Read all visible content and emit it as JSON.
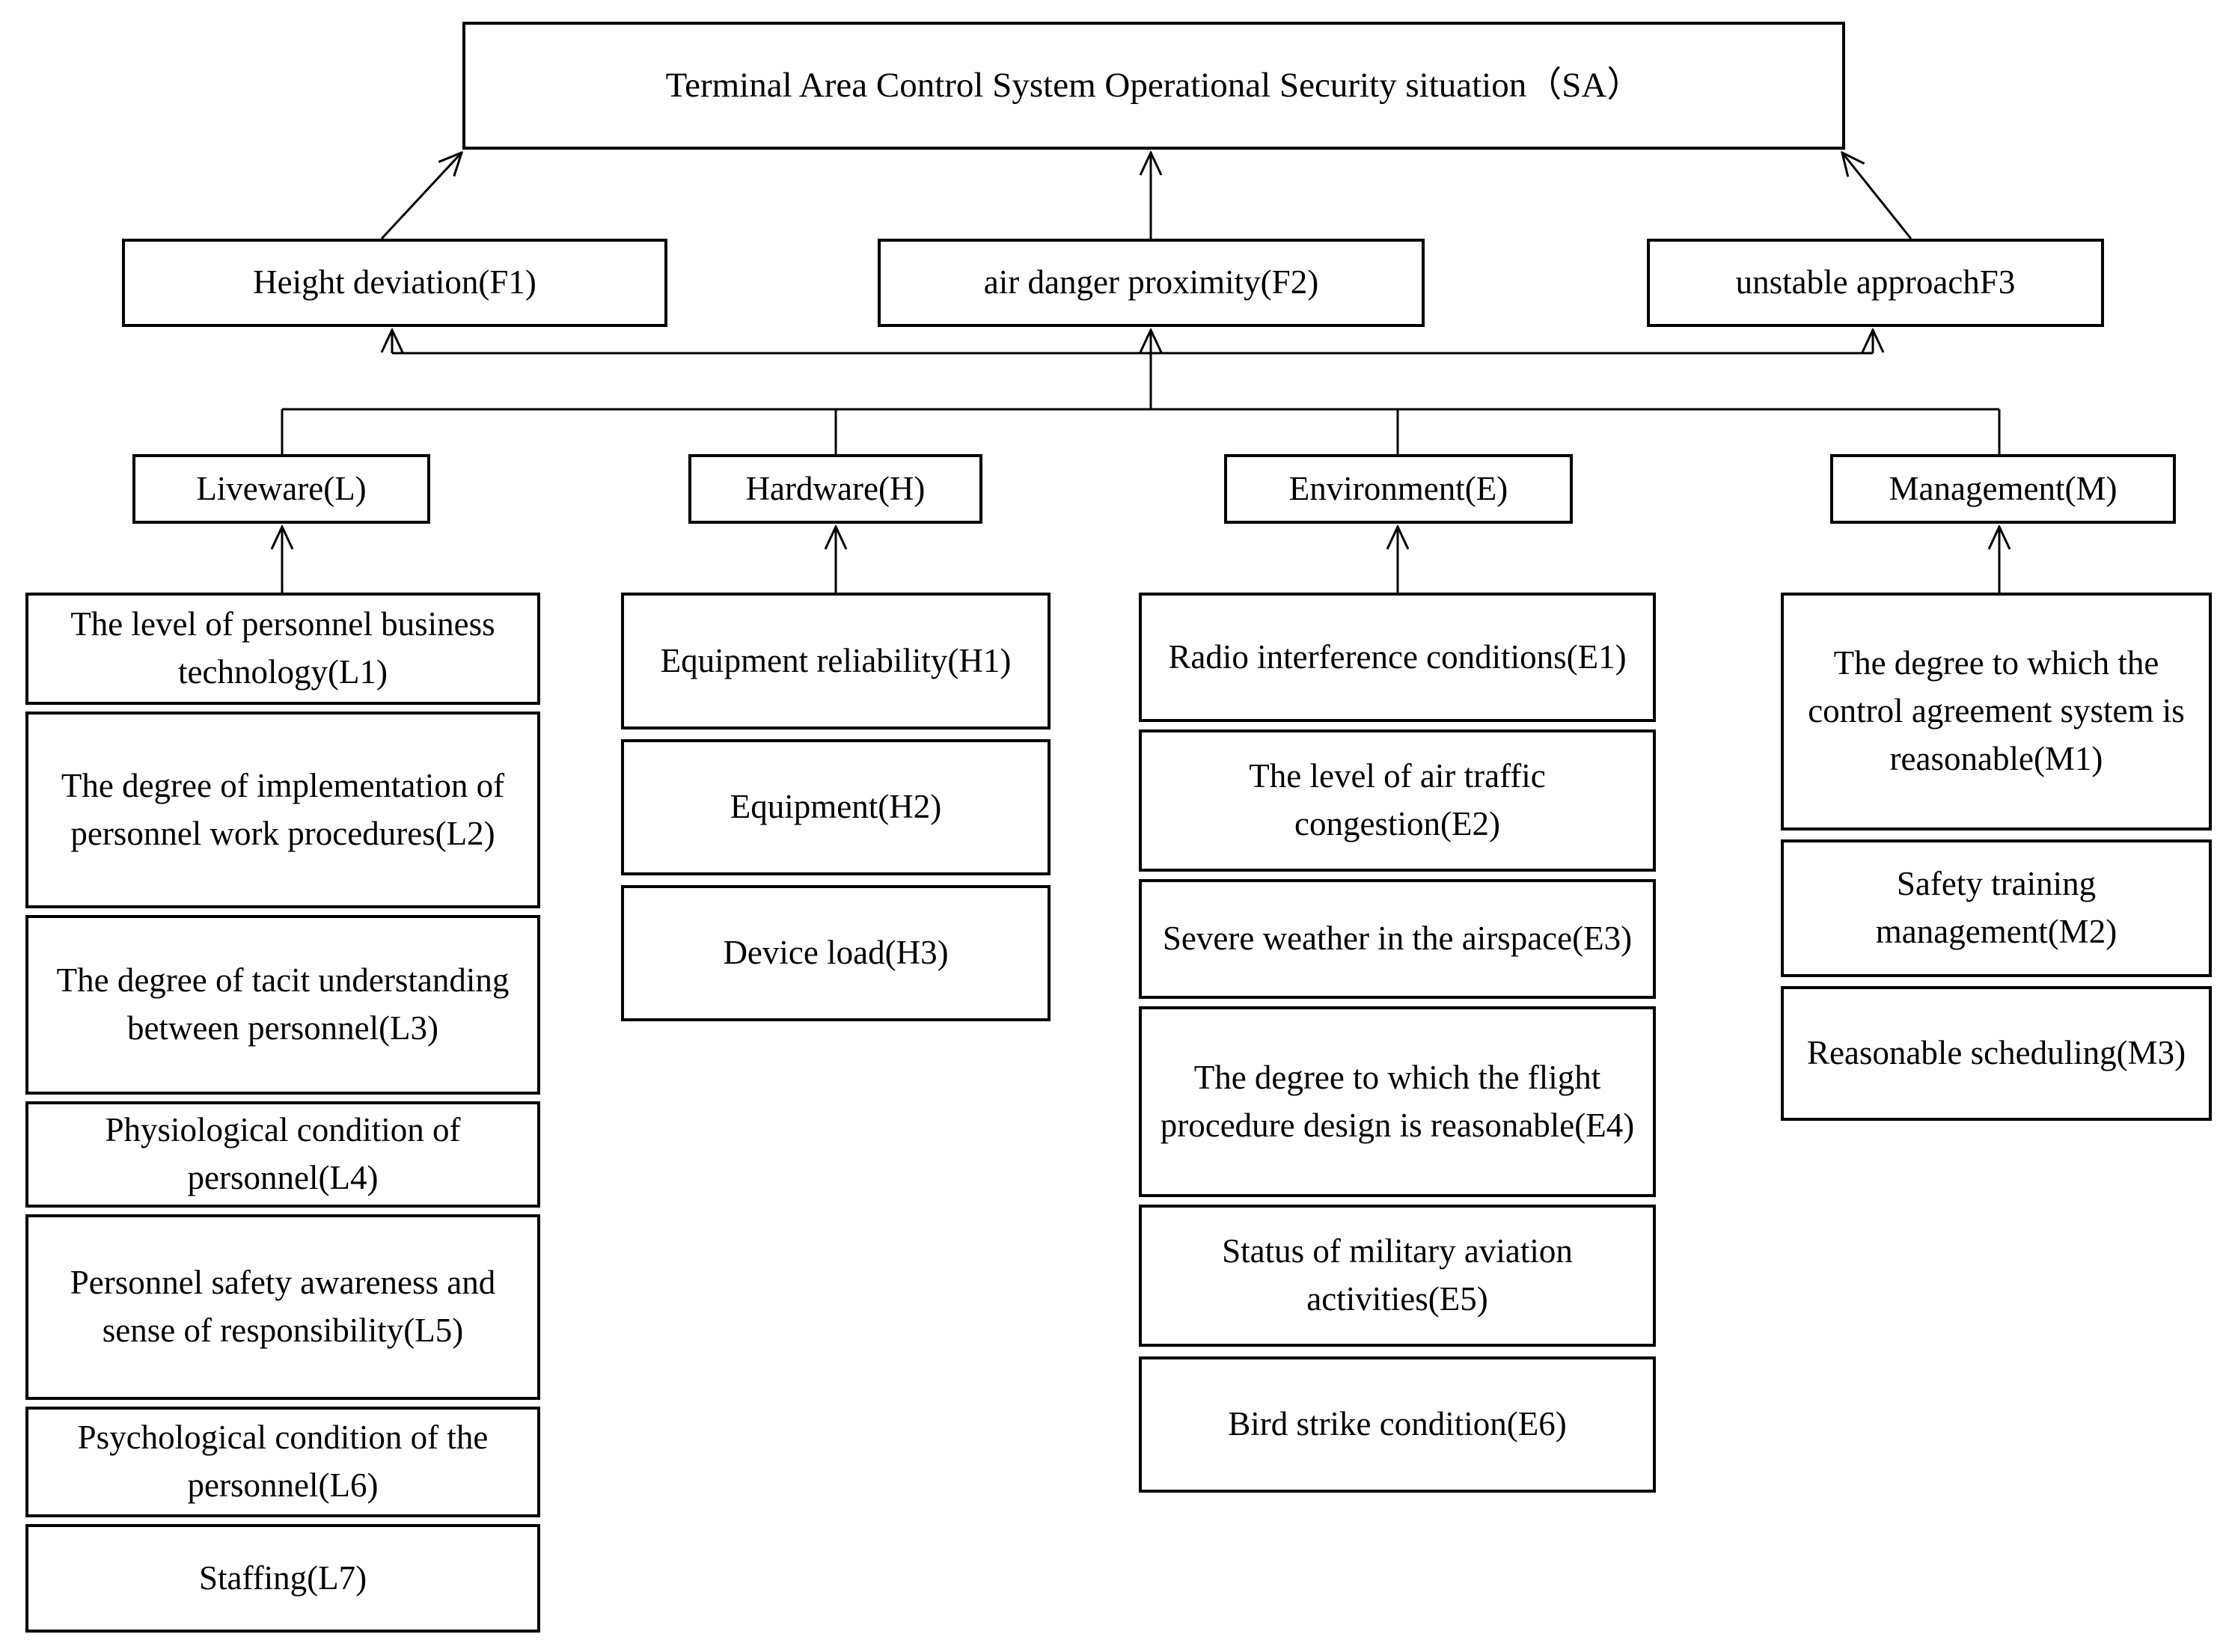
{
  "diagram": {
    "root": "Terminal Area Control System Operational Security situation（SA）",
    "factors": [
      "Height deviation(F1)",
      "air danger proximity(F2)",
      "unstable approachF3"
    ],
    "categories": [
      {
        "label": "Liveware(L)",
        "items": [
          "The level of personnel business technology(L1)",
          "The degree of implementation of personnel work procedures(L2)",
          "The degree of tacit understanding between personnel(L3)",
          "Physiological condition of personnel(L4)",
          "Personnel safety awareness and sense of responsibility(L5)",
          "Psychological condition of the personnel(L6)",
          "Staffing(L7)"
        ]
      },
      {
        "label": "Hardware(H)",
        "items": [
          "Equipment reliability(H1)",
          "Equipment(H2)",
          "Device load(H3)"
        ]
      },
      {
        "label": "Environment(E)",
        "items": [
          "Radio interference conditions(E1)",
          "The level of air traffic congestion(E2)",
          "Severe weather in the airspace(E3)",
          "The degree to which the flight procedure design is reasonable(E4)",
          "Status of military aviation activities(E5)",
          "Bird strike condition(E6)"
        ]
      },
      {
        "label": "Management(M)",
        "items": [
          "The degree to which the control agreement system is reasonable(M1)",
          "Safety training management(M2)",
          "Reasonable scheduling(M3)"
        ]
      }
    ],
    "colors": {
      "line": "#000000",
      "background": "#ffffff",
      "text": "#000000"
    }
  }
}
